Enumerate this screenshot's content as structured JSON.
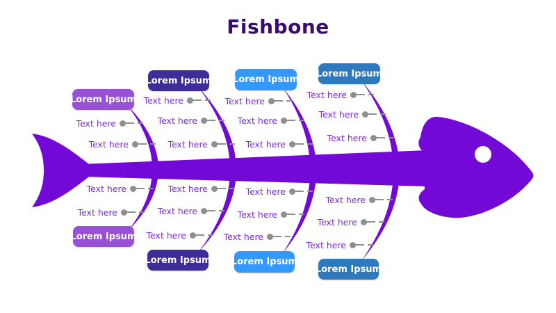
{
  "title": "Fishbone",
  "colors": {
    "fish": "#7209D6",
    "title": "#3A0C6E",
    "item_text": "#7C2BE2",
    "connector": "#8F8F8F",
    "box_text": "#FFFFFF"
  },
  "bones": [
    {
      "top_label": "Lorem Ipsum",
      "bottom_label": "Lorem Ipsum",
      "color": "#9850D4",
      "top_items": [
        "Text here",
        "Text here"
      ],
      "bottom_items": [
        "Text here",
        "Text here"
      ]
    },
    {
      "top_label": "Lorem Ipsum",
      "bottom_label": "Lorem Ipsum",
      "color": "#3E2D96",
      "top_items": [
        "Text here",
        "Text here",
        "Text here"
      ],
      "bottom_items": [
        "Text here",
        "Text here",
        "Text here"
      ]
    },
    {
      "top_label": "Lorem Ipsum",
      "bottom_label": "Lorem Ipsum",
      "color": "#3399FF",
      "top_items": [
        "Text here",
        "Text here",
        "Text here"
      ],
      "bottom_items": [
        "Text here",
        "Text here",
        "Text here"
      ]
    },
    {
      "top_label": "Lorem Ipsum",
      "bottom_label": "Lorem Ipsum",
      "color": "#2E78BC",
      "top_items": [
        "Text here",
        "Text here",
        "Text here"
      ],
      "bottom_items": [
        "Text here",
        "Text here",
        "Text here"
      ]
    }
  ]
}
